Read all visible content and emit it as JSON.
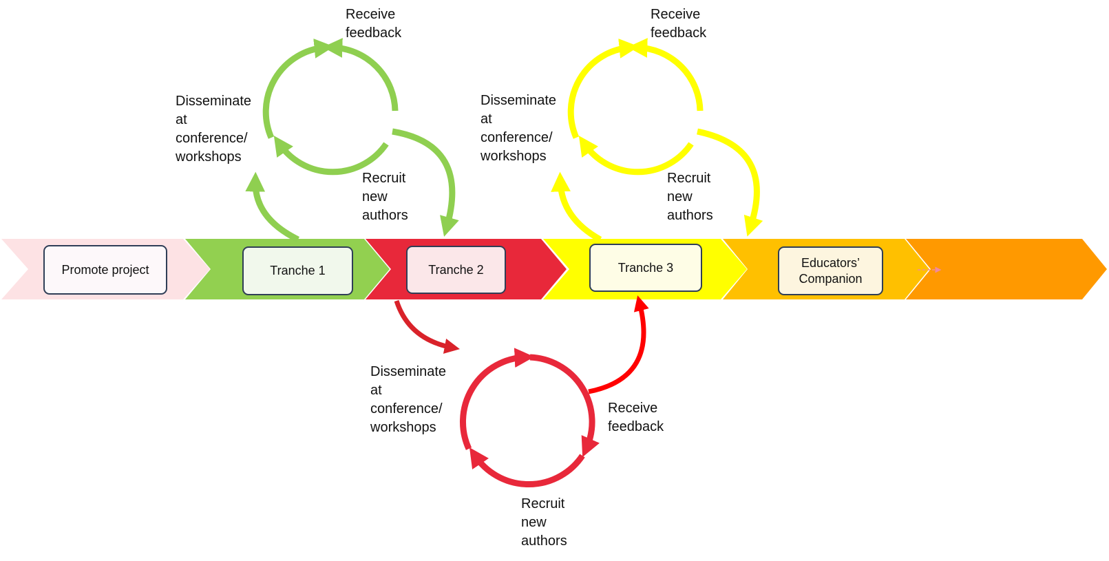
{
  "stages": [
    {
      "id": "promote",
      "label": "Promote project",
      "fill": "#fde2e4",
      "box_fill": "#fdf8fa"
    },
    {
      "id": "tranche1",
      "label": "Tranche 1",
      "fill": "#92d050",
      "box_fill": "#f1f8ec"
    },
    {
      "id": "tranche2",
      "label": "Tranche 2",
      "fill": "#e8283a",
      "box_fill": "#fbe7e9"
    },
    {
      "id": "tranche3",
      "label": "Tranche 3",
      "fill": "#ffff00",
      "box_fill": "#fefde6"
    },
    {
      "id": "educators",
      "label": "Educators’\nCompanion",
      "fill": "#ffc000",
      "box_fill": "#fdf5df"
    },
    {
      "id": "final",
      "label": "",
      "fill": "#ff9900",
      "box_fill": ""
    }
  ],
  "cycles": [
    {
      "id": "green",
      "color": "#8fcf50",
      "labels": {
        "receive": "Receive\nfeedback",
        "disseminate": "Disseminate\nat\nconference/\nworkshops",
        "recruit": "Recruit\nnew\nauthors"
      }
    },
    {
      "id": "red",
      "color": "#e8283a",
      "labels": {
        "receive": "Receive\nfeedback",
        "disseminate": "Disseminate\nat\nconference/\nworkshops",
        "recruit": "Recruit\nnew\nauthors"
      }
    },
    {
      "id": "yellow",
      "color": "#ffff00",
      "labels": {
        "receive": "Receive\nfeedback",
        "disseminate": "Disseminate\nat\nconference/\nworkshops",
        "recruit": "Recruit\nnew\nauthors"
      }
    }
  ],
  "colors": {
    "green": "#8fcf50",
    "red_dark": "#d9222a",
    "red_bright": "#ff0000",
    "yellow": "#ffff00",
    "pink": "#f08aa0",
    "box_border": "#2f3e56"
  }
}
